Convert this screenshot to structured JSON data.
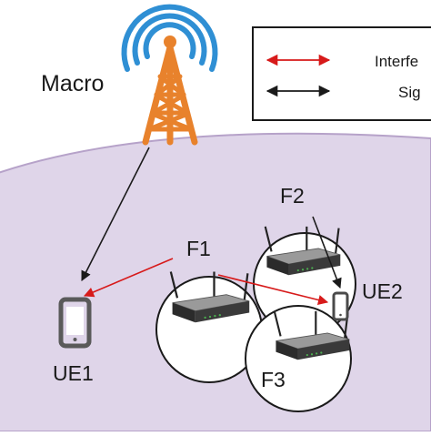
{
  "labels": {
    "macro": "Macro",
    "f1": "F1",
    "f2": "F2",
    "f3": "F3",
    "ue1": "UE1",
    "ue2": "UE2"
  },
  "legend": {
    "interference": "Interfe",
    "signal": "Sig"
  },
  "colors": {
    "coverage_fill": "#dfd5e9",
    "coverage_stroke": "#b6a2c9",
    "tower": "#e8822c",
    "signal_waves": "#2f8fd4",
    "interference_arrow": "#d71a1a",
    "signal_arrow": "#1a1a1a"
  }
}
